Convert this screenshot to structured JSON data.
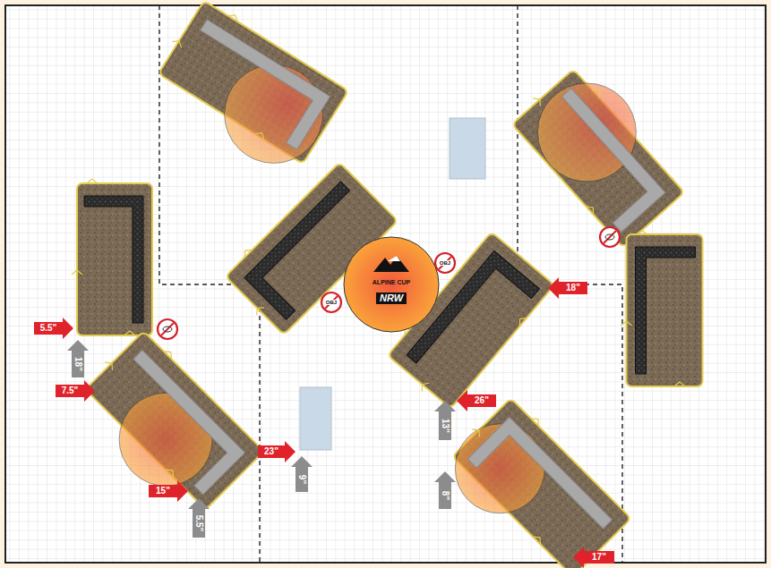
{
  "diagram": {
    "nodes": [
      {
        "text": [
          "ALPINE CUP",
          "NRW"
        ]
      }
    ],
    "labels": [
      "5.5\"",
      "18\"",
      "7.5\"",
      "15\"",
      "5.5\"",
      "23\"",
      "9\"",
      "13\"",
      "26\"",
      "8\"",
      "18\"",
      "17\"",
      "OBJ",
      "OBJ"
    ]
  }
}
